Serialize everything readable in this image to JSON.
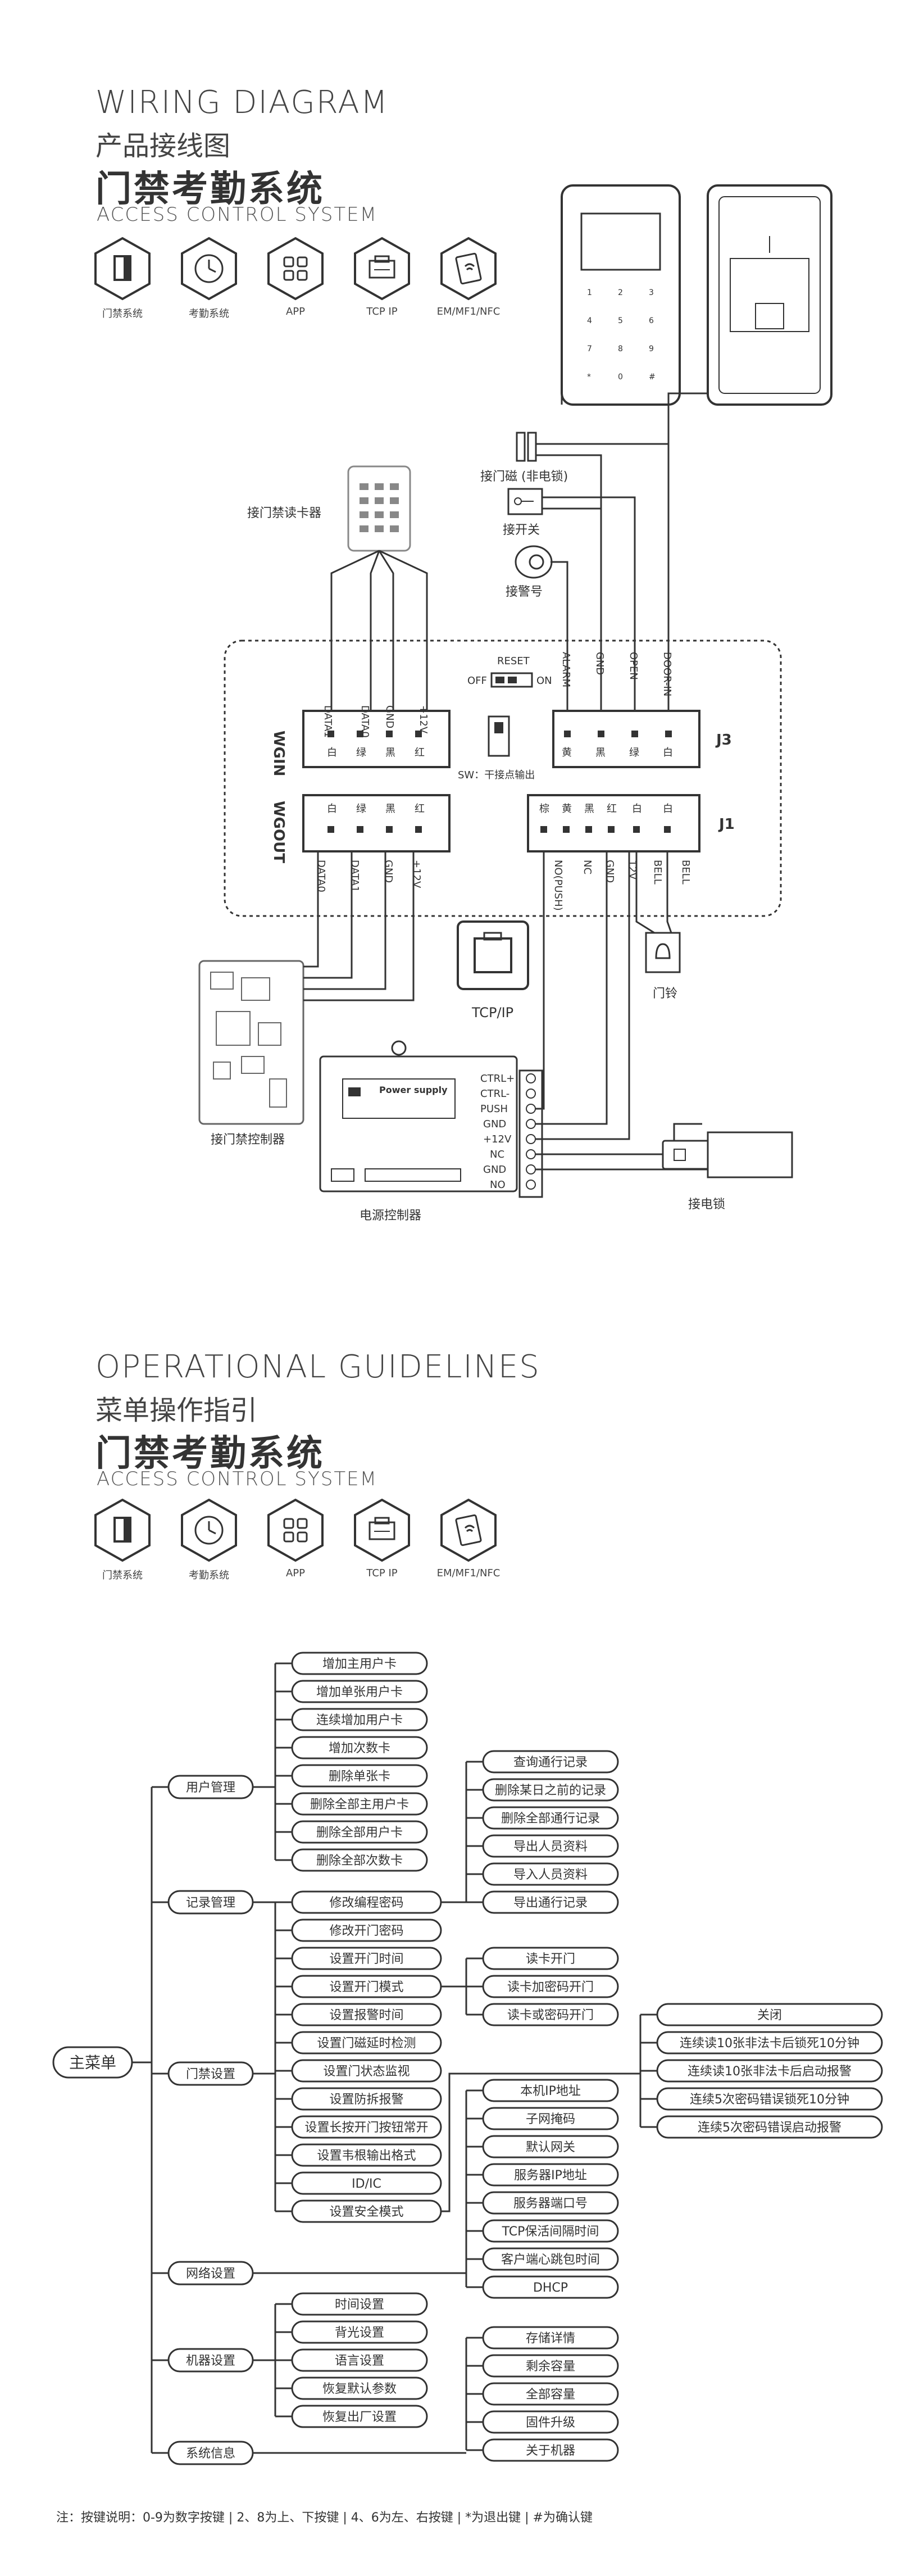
{
  "wiring": {
    "title_en": "WIRING DIAGRAM",
    "title_cn": "产品接线图",
    "system_cn": "门禁考勤系统",
    "system_en": "ACCESS CONTROL SYSTEM"
  },
  "features": [
    {
      "label": "门禁系统",
      "icon": "door-icon"
    },
    {
      "label": "考勤系统",
      "icon": "clock-icon"
    },
    {
      "label": "APP",
      "icon": "app-grid-icon"
    },
    {
      "label": "TCP IP",
      "icon": "network-port-icon"
    },
    {
      "label": "EM/MF1/NFC",
      "icon": "nfc-card-icon"
    }
  ],
  "diagram": {
    "reader_label": "接门禁读卡器",
    "door_sensor": "接门磁 (非电锁)",
    "exit_switch": "接开关",
    "alarm": "接警号",
    "reset": "RESET",
    "off": "OFF",
    "on": "ON",
    "sw_note": "SW：干接点输出",
    "wgin": "WGIN",
    "wgout": "WGOUT",
    "j3": "J3",
    "j1": "J1",
    "wgin_pins": [
      "DATA1",
      "DATA0",
      "GND",
      "+12V"
    ],
    "wgin_colors": [
      "白",
      "绿",
      "黑",
      "红"
    ],
    "j3_pins": [
      "ALARM",
      "GND",
      "OPEN",
      "DOOR-IN"
    ],
    "j3_colors": [
      "黄",
      "黑",
      "绿",
      "白"
    ],
    "wgout_pins": [
      "DATA0",
      "DATA1",
      "GND",
      "+12V"
    ],
    "wgout_colors": [
      "白",
      "绿",
      "黑",
      "红"
    ],
    "j1_pins": [
      "NO(PUSH)",
      "NC",
      "GND",
      "12V",
      "BELL",
      "BELL"
    ],
    "j1_colors": [
      "棕",
      "黄",
      "黑",
      "红",
      "白",
      "白"
    ],
    "tcpip": "TCP/IP",
    "doorbell": "门铃",
    "controller": "接门禁控制器",
    "power_controller": "电源控制器",
    "power_supply": "Power supply",
    "electric_lock": "接电锁",
    "terminals": [
      "CTRL+",
      "CTRL-",
      "PUSH",
      "GND",
      "+12V",
      "NC",
      "GND",
      "NO"
    ]
  },
  "guide": {
    "title_en": "OPERATIONAL GUIDELINES",
    "title_cn": "菜单操作指引",
    "system_cn": "门禁考勤系统",
    "system_en": "ACCESS CONTROL SYSTEM"
  },
  "menu": {
    "root": "主菜单",
    "user_mgmt": "用户管理",
    "user_items": [
      "增加主用户卡",
      "增加单张用户卡",
      "连续增加用户卡",
      "增加次数卡",
      "删除单张卡",
      "删除全部主用户卡",
      "删除全部用户卡",
      "删除全部次数卡"
    ],
    "record_mgmt": "记录管理",
    "record_items": [
      "查询通行记录",
      "删除某日之前的记录",
      "删除全部通行记录",
      "导出人员资料",
      "导入人员资料",
      "导出通行记录"
    ],
    "door_settings": "门禁设置",
    "door_items": [
      "修改编程密码",
      "修改开门密码",
      "设置开门时间",
      "设置开门模式",
      "设置报警时间",
      "设置门磁延时检测",
      "设置门状态监视",
      "设置防拆报警",
      "设置长按开门按钮常开",
      "设置韦根输出格式",
      "ID/IC",
      "设置安全模式"
    ],
    "open_modes": [
      "读卡开门",
      "读卡加密码开门",
      "读卡或密码开门"
    ],
    "security_modes": [
      "关闭",
      "连续读10张非法卡后锁死10分钟",
      "连续读10张非法卡后启动报警",
      "连续5次密码错误锁死10分钟",
      "连续5次密码错误启动报警"
    ],
    "network": "网络设置",
    "network_items": [
      "本机IP地址",
      "子网掩码",
      "默认网关",
      "服务器IP地址",
      "服务器端口号",
      "TCP保活间隔时间",
      "客户端心跳包时间",
      "DHCP"
    ],
    "machine": "机器设置",
    "machine_items": [
      "时间设置",
      "背光设置",
      "语言设置",
      "恢复默认参数",
      "恢复出厂设置"
    ],
    "sysinfo": "系统信息",
    "sysinfo_items": [
      "存储详情",
      "剩余容量",
      "全部容量",
      "固件升级",
      "关于机器"
    ]
  },
  "note": "注：按键说明：0-9为数字按键 | 2、8为上、下按键 | 4、6为左、右按键 | *为退出键 | #为确认键"
}
